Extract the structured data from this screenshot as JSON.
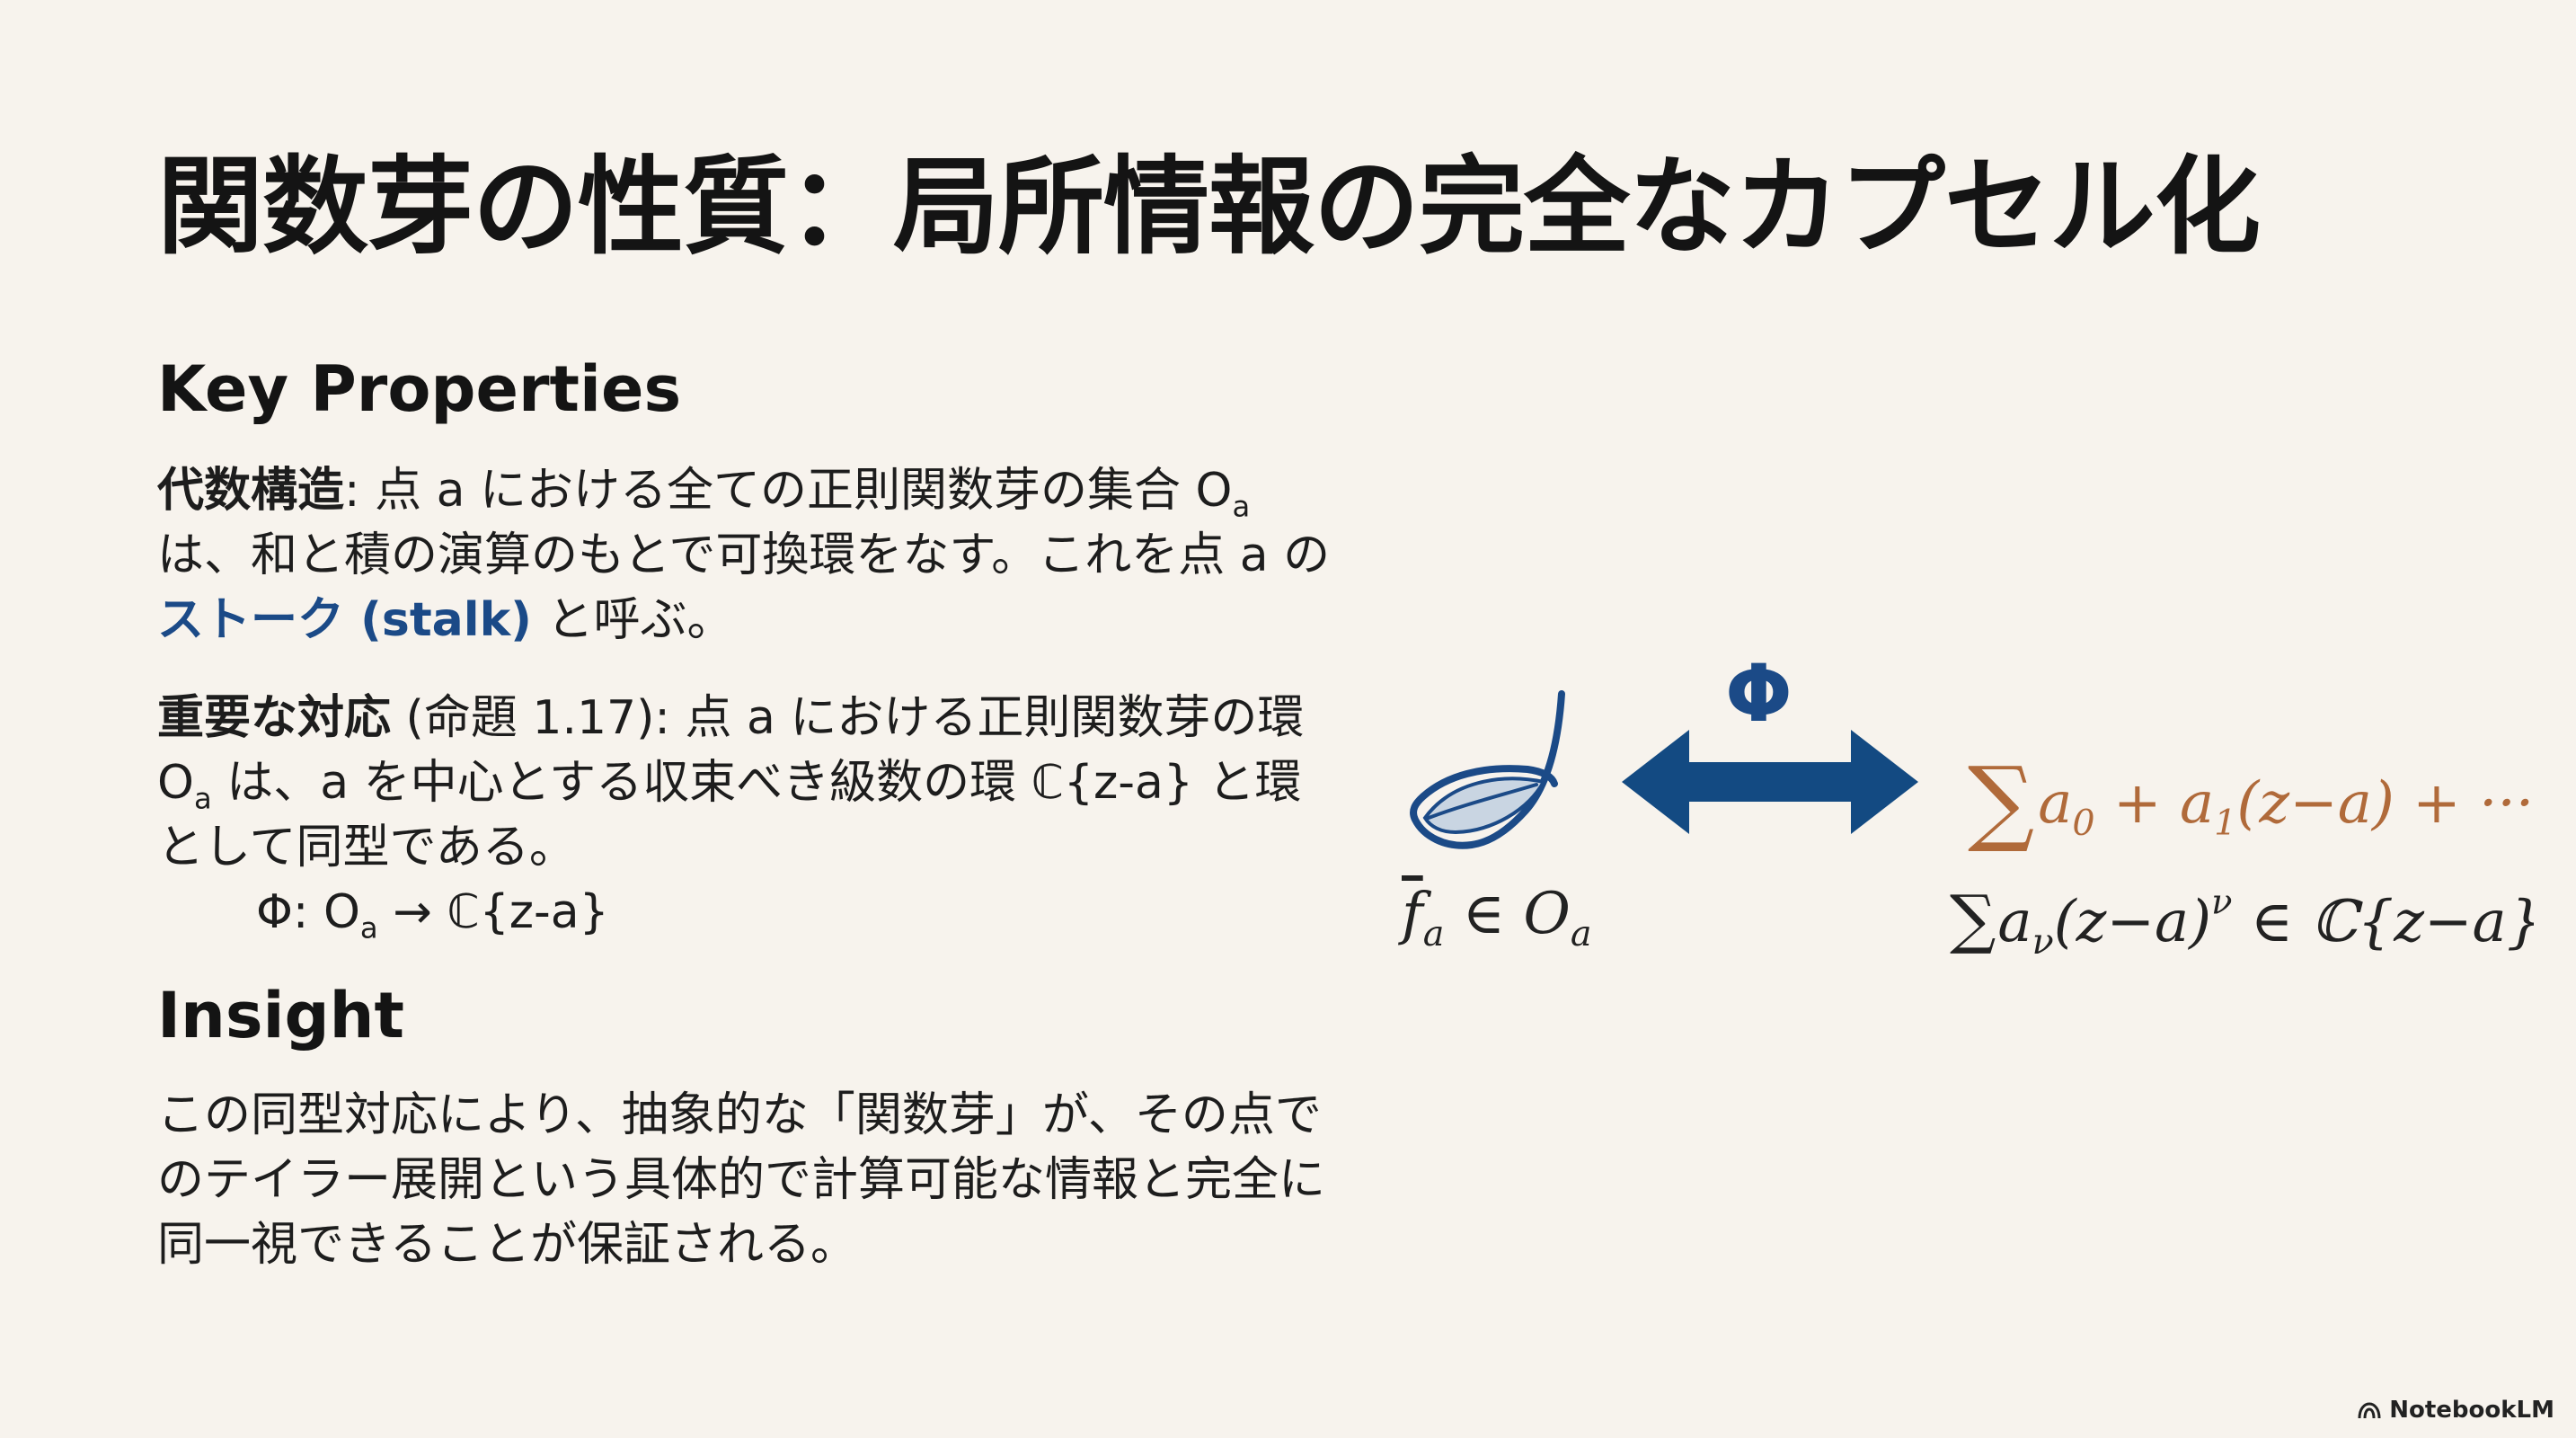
{
  "title": "関数芽の性質：局所情報の完全なカプセル化",
  "key_properties": {
    "heading": "Key Properties",
    "p1_bold": "代数構造",
    "p1_a": ": 点 a における全ての正則関数芽の集合 O",
    "p1_sub": "a",
    "p1_b": " は、和と積の演算のもとで可換環をなす。これを点 a の",
    "p1_accent": "ストーク (stalk)",
    "p1_c": " と呼ぶ。",
    "p2_bold": "重要な対応",
    "p2_a": " (命題 1.17): 点 a における正則関数芽の環 O",
    "p2_sub": "a",
    "p2_b": " は、a を中心とする収束べき級数の環 ℂ{z-a} と環として同型である。",
    "formula_a": "Φ: O",
    "formula_sub": "a",
    "formula_b": " → ℂ{z-a}"
  },
  "insight": {
    "heading": "Insight",
    "text": "この同型対応により、抽象的な「関数芽」が、その点でのテイラー展開という具体的で計算可能な情報と完全に同一視できることが保証される。"
  },
  "diagram": {
    "phi": "Φ",
    "series_sigma": "∑",
    "series_a0": "a",
    "series_a0_sub": "0",
    "series_rest1": " + a",
    "series_a1_sub": "1",
    "series_rest2": "(z−a) + ···",
    "germ_f": "f",
    "germ_f_sub": "a",
    "germ_rest": " ∈ O",
    "germ_O_sub": "a",
    "pseries_sigma": "∑",
    "pseries_a": "a",
    "pseries_a_sub": "ν",
    "pseries_b": "(z−a)",
    "pseries_sup": "ν",
    "pseries_c": " ∈ ℂ{z−a}",
    "colors": {
      "accent": "#1b4a87",
      "series": "#b06a3a"
    }
  },
  "brand": "NotebookLM"
}
